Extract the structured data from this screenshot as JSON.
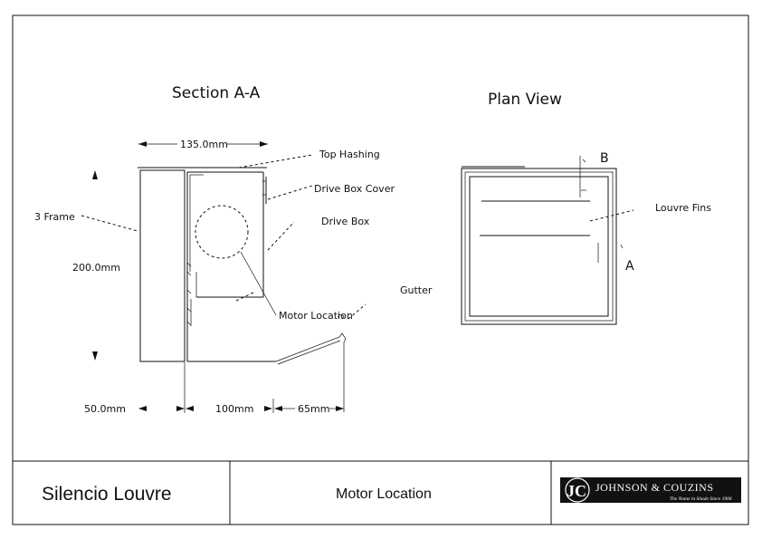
{
  "section_view": {
    "title": "Section A-A",
    "labels": {
      "top_flashing": "Top Hashing",
      "drive_box_cover": "Drive Box Cover",
      "drive_box": "Drive Box",
      "frame": "3 Frame",
      "motor_location": "Motor Location",
      "gutter": "Gutter"
    },
    "dimensions": {
      "width": "135.0mm",
      "height": "200.0mm",
      "dim_50": "50.0mm",
      "dim_100": "100mm",
      "dim_65": "65mm"
    }
  },
  "plan_view": {
    "title": "Plan View",
    "labels": {
      "louvre_fins": "Louvre Fins",
      "marker_a": "A",
      "marker_b": "B"
    }
  },
  "title_block": {
    "product": "Silencio Louvre",
    "drawing": "Motor Location",
    "logo": {
      "monogram": "JC",
      "company": "JOHNSON & COUZINS",
      "tagline": "The Name in Shade Since 1906"
    }
  }
}
